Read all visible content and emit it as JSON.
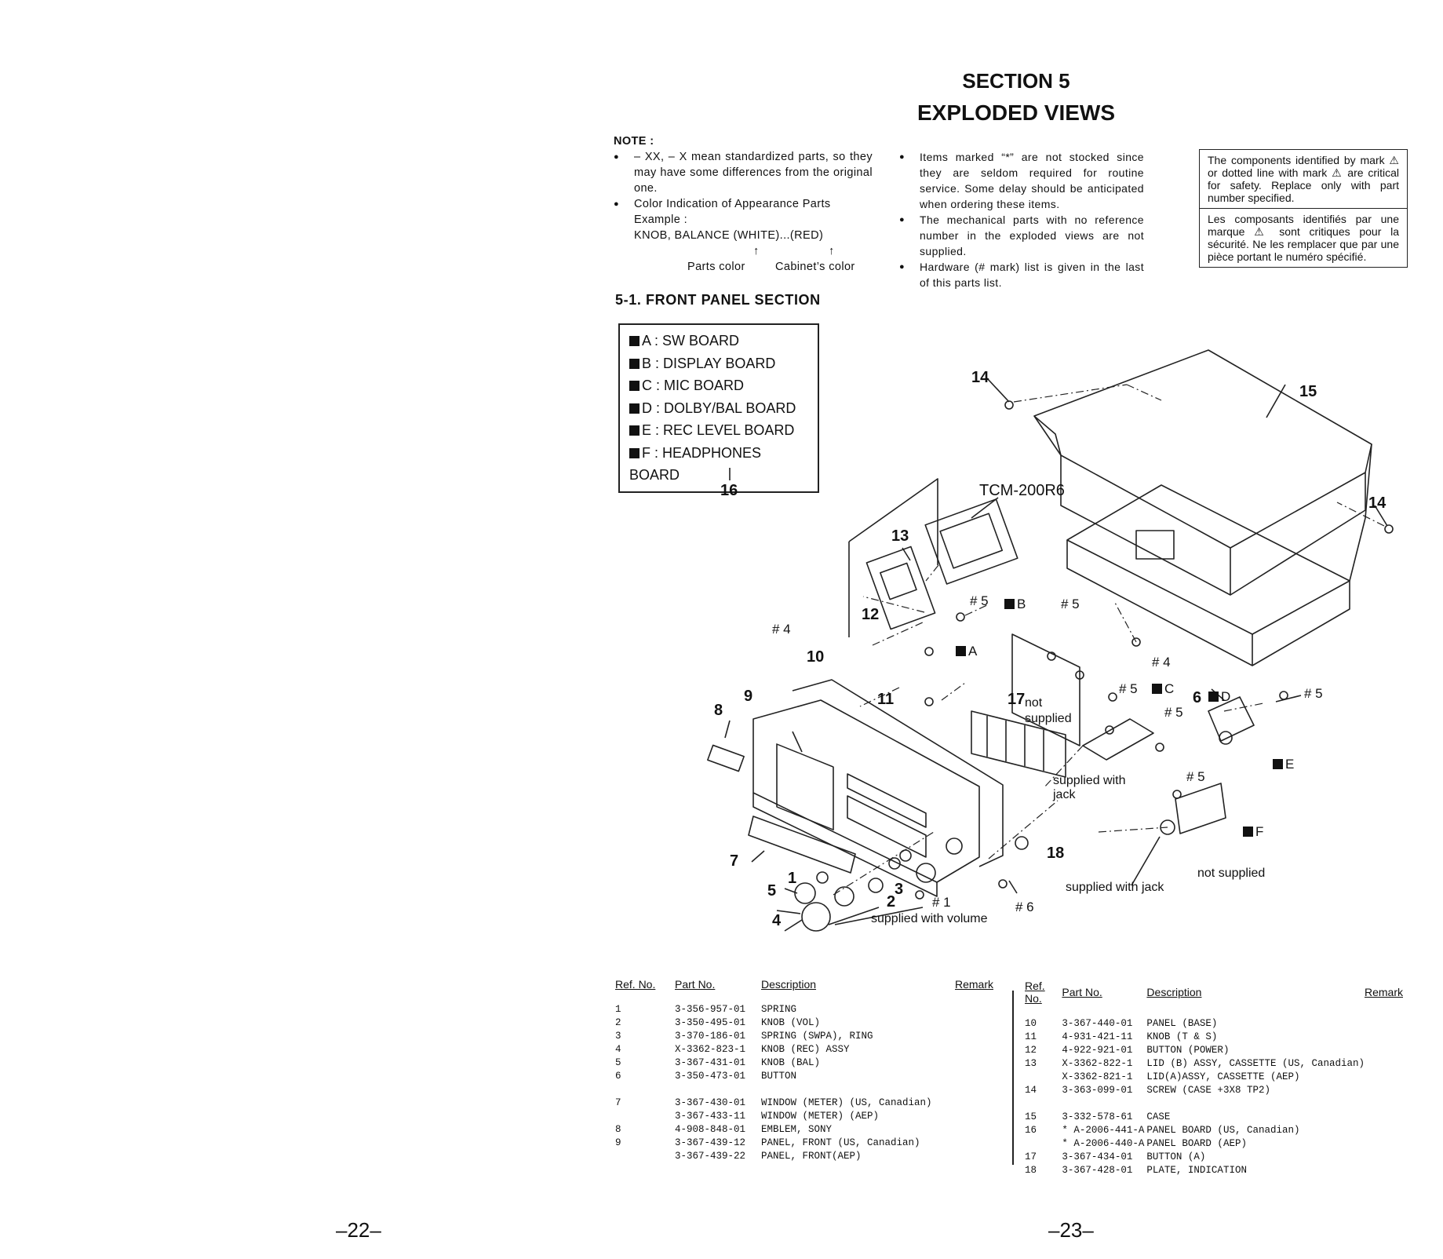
{
  "section": {
    "number": "SECTION 5",
    "title": "EXPLODED VIEWS"
  },
  "note": {
    "heading": "NOTE :",
    "items": [
      "– XX, – X mean standardized parts, so they may have some differences from the original one.",
      "Color Indication of Appearance Parts"
    ],
    "example_label": "Example :",
    "example_text": "KNOB, BALANCE (WHITE)...(RED)",
    "arrow_glyph": "↑",
    "parts_color": "Parts color",
    "cabinet_color": "Cabinet’s color"
  },
  "note2": {
    "items": [
      "Items marked “*” are not stocked since they are seldom required for routine service. Some delay should be anticipated when ordering these items.",
      "The mechanical parts with no reference number in the exploded views are not supplied.",
      "Hardware (# mark) list is given in the last of this parts list."
    ]
  },
  "warning": {
    "en": "The components identified by mark ⚠ or dotted line with mark ⚠ are critical for safety. Replace only with part number specified.",
    "fr": "Les composants identifiés par une marque ⚠ sont critiques pour la sécurité. Ne les remplacer que par une pièce portant le numéro spécifié."
  },
  "subsection": "5-1. FRONT PANEL SECTION",
  "boards": [
    "A : SW BOARD",
    "B : DISPLAY BOARD",
    "C : MIC BOARD",
    "D : DOLBY/BAL BOARD",
    "E : REC LEVEL BOARD",
    "F : HEADPHONES BOARD"
  ],
  "diagram": {
    "ref16": "16",
    "tcm": "TCM-200R6",
    "labels": {
      "n1": "1",
      "n2": "2",
      "n3": "3",
      "n4": "4",
      "n5": "5",
      "n6": "6",
      "n7": "7",
      "n8": "8",
      "n9": "9",
      "n10": "10",
      "n11": "11",
      "n12": "12",
      "n13": "13",
      "n14a": "14",
      "n14b": "14",
      "n15": "15",
      "n17": "17",
      "n18": "18",
      "h1": "# 1",
      "h4a": "# 4",
      "h4b": "# 4",
      "h5a": "# 5",
      "h5b": "# 5",
      "h5c": "# 5",
      "h5d": "# 5",
      "h5e": "# 5",
      "h5f": "# 5",
      "h6": "# 6",
      "bA": "A",
      "bB": "B",
      "bC": "C",
      "bD": "D",
      "bE": "E",
      "bF": "F",
      "not_supplied_17": "not supplied",
      "supplied_with_jack1": "supplied with jack",
      "supplied_with_jack2": "supplied with jack",
      "not_supplied": "not supplied",
      "supplied_with_volume": "supplied with volume"
    }
  },
  "table_headers": {
    "ref": "Ref. No.",
    "part": "Part No.",
    "desc": "Description",
    "remark": "Remark"
  },
  "parts_left": [
    {
      "ref": "1",
      "part": "3-356-957-01",
      "desc": "SPRING"
    },
    {
      "ref": "2",
      "part": "3-350-495-01",
      "desc": "KNOB (VOL)"
    },
    {
      "ref": "3",
      "part": "3-370-186-01",
      "desc": "SPRING (SWPA), RING"
    },
    {
      "ref": "4",
      "part": "X-3362-823-1",
      "desc": "KNOB (REC) ASSY"
    },
    {
      "ref": "5",
      "part": "3-367-431-01",
      "desc": "KNOB (BAL)"
    },
    {
      "ref": "6",
      "part": "3-350-473-01",
      "desc": "BUTTON"
    },
    {
      "gap": true
    },
    {
      "ref": "7",
      "part": "3-367-430-01",
      "desc": "WINDOW (METER) (US, Canadian)"
    },
    {
      "ref": "",
      "part": "3-367-433-11",
      "desc": "WINDOW (METER) (AEP)"
    },
    {
      "ref": "8",
      "part": "4-908-848-01",
      "desc": "EMBLEM, SONY"
    },
    {
      "ref": "9",
      "part": "3-367-439-12",
      "desc": "PANEL, FRONT (US, Canadian)"
    },
    {
      "ref": "",
      "part": "3-367-439-22",
      "desc": "PANEL, FRONT(AEP)"
    }
  ],
  "parts_right": [
    {
      "ref": "10",
      "part": "3-367-440-01",
      "desc": "PANEL (BASE)"
    },
    {
      "ref": "11",
      "part": "4-931-421-11",
      "desc": "KNOB (T & S)"
    },
    {
      "ref": "12",
      "part": "4-922-921-01",
      "desc": "BUTTON (POWER)"
    },
    {
      "ref": "13",
      "part": "X-3362-822-1",
      "desc": "LID (B) ASSY, CASSETTE (US, Canadian)"
    },
    {
      "ref": "",
      "part": "X-3362-821-1",
      "desc": "LID(A)ASSY, CASSETTE (AEP)"
    },
    {
      "ref": "14",
      "part": "3-363-099-01",
      "desc": "SCREW (CASE +3X8 TP2)"
    },
    {
      "gap": true
    },
    {
      "ref": "15",
      "part": "3-332-578-61",
      "desc": "CASE"
    },
    {
      "ref": "16",
      "part": "* A-2006-441-A",
      "desc": "PANEL BOARD (US, Canadian)"
    },
    {
      "ref": "",
      "part": "* A-2006-440-A",
      "desc": "PANEL BOARD (AEP)"
    },
    {
      "ref": "17",
      "part": "3-367-434-01",
      "desc": "BUTTON (A)"
    },
    {
      "ref": "18",
      "part": "3-367-428-01",
      "desc": "PLATE, INDICATION"
    }
  ],
  "page_left": "–22–",
  "page_right": "–23–"
}
